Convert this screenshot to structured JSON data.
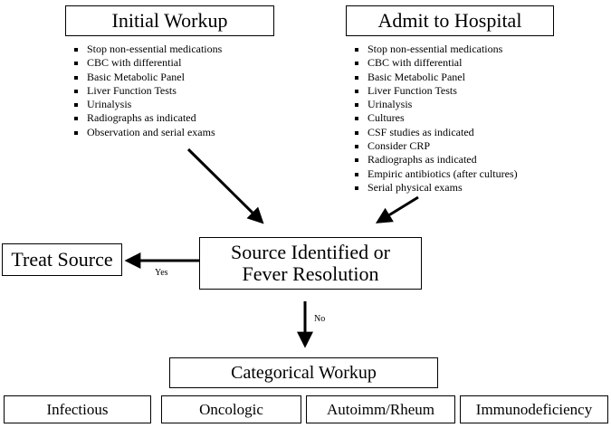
{
  "initial_workup": {
    "title": "Initial Workup",
    "items": [
      "Stop non-essential medications",
      "CBC with differential",
      "Basic Metabolic Panel",
      "Liver Function Tests",
      "Urinalysis",
      "Radiographs as indicated",
      "Observation and serial exams"
    ]
  },
  "admit": {
    "title": "Admit to Hospital",
    "items": [
      "Stop non-essential medications",
      "CBC with differential",
      "Basic Metabolic Panel",
      "Liver Function Tests",
      "Urinalysis",
      "Cultures",
      "CSF studies as indicated",
      "Consider CRP",
      "Radiographs as indicated",
      "Empiric antibiotics (after cultures)",
      "Serial physical exams"
    ]
  },
  "decision": {
    "line1": "Source Identified or",
    "line2": "Fever Resolution"
  },
  "treat_source": "Treat Source",
  "edge_labels": {
    "yes": "Yes",
    "no": "No"
  },
  "categorical": {
    "title": "Categorical Workup",
    "categories": [
      "Infectious",
      "Oncologic",
      "Autoimm/Rheum",
      "Immunodeficiency"
    ]
  }
}
